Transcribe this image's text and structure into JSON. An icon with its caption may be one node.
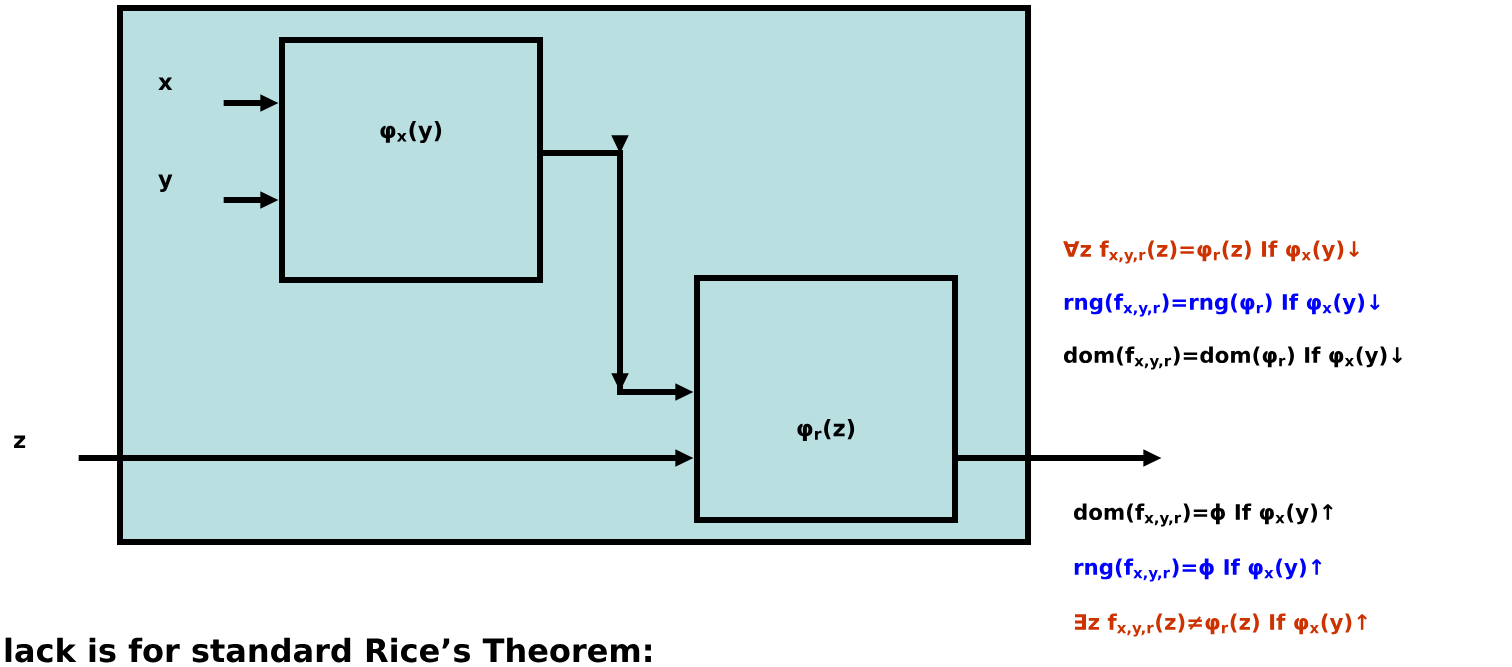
{
  "diagram": {
    "nodes": [
      {
        "text": [],
        "shape": "box"
      },
      {
        "text": [
          "φ$_{x}$(y)"
        ],
        "in": 0
      },
      {
        "text": [
          "φ$_{r}$(z)"
        ],
        "in": 0
      },
      {
        "text": [
          "x"
        ],
        "in": 0
      },
      {
        "text": [
          "y"
        ],
        "in": 0
      },
      {
        "text": [
          "z"
        ]
      }
    ],
    "edges": [
      {
        "from": 3,
        "to": 1,
        "arrow": "to"
      },
      {
        "from": 4,
        "to": 1,
        "arrow": "to"
      },
      {
        "from": 1,
        "to": 2,
        "arrow": "to"
      },
      {
        "from": 5,
        "to": 2,
        "arrow": "to"
      },
      {
        "from": 2,
        "to": null,
        "arrow": "to"
      }
    ],
    "labels": [
      "∀z f$_{x,y,r}$(z)=φ$_{r}$(z) If φ$_{x}$(y)↓",
      "rng(f$_{x,y,r}$)=rng(φ$_{r}$) If φ$_{x}$(y)↓",
      "dom(f$_{x,y,r}$)=dom(φ$_{r}$) If φ$_{x}$(y)↓",
      "dom(f$_{x,y,r}$)=ϕ If φ$_{x}$(y)↑",
      "rng(f$_{x,y,r}$)=ϕ If φ$_{x}$(y)↑",
      "∃z f$_{x,y,r}$(z)≠φ$_{r}$(z) If φ$_{x}$(y)↑",
      "lack is for standard Rice’s Theorem:"
    ]
  }
}
